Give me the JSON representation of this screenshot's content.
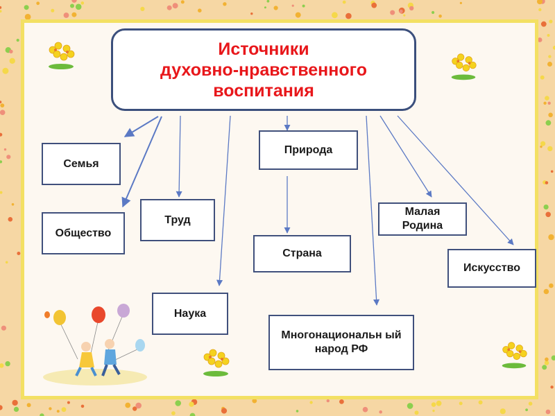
{
  "diagram": {
    "title": "Источники\nдуховно-нравственного\nвоспитания",
    "nodes": {
      "family": "Семья",
      "society": "Общество",
      "labor": "Труд",
      "science": "Наука",
      "nature": "Природа",
      "country": "Страна",
      "people": "Многонациональн ый народ РФ",
      "homeland": "Малая Родина",
      "art": "Искусство"
    }
  },
  "colors": {
    "title_text": "#e8171b",
    "box_border": "#40507c",
    "arrow": "#5b79c4",
    "frame_background": "#f6d7a4",
    "panel_border": "#f3e063"
  },
  "decorations": [
    "flower-icon",
    "balloon-children-illustration"
  ]
}
